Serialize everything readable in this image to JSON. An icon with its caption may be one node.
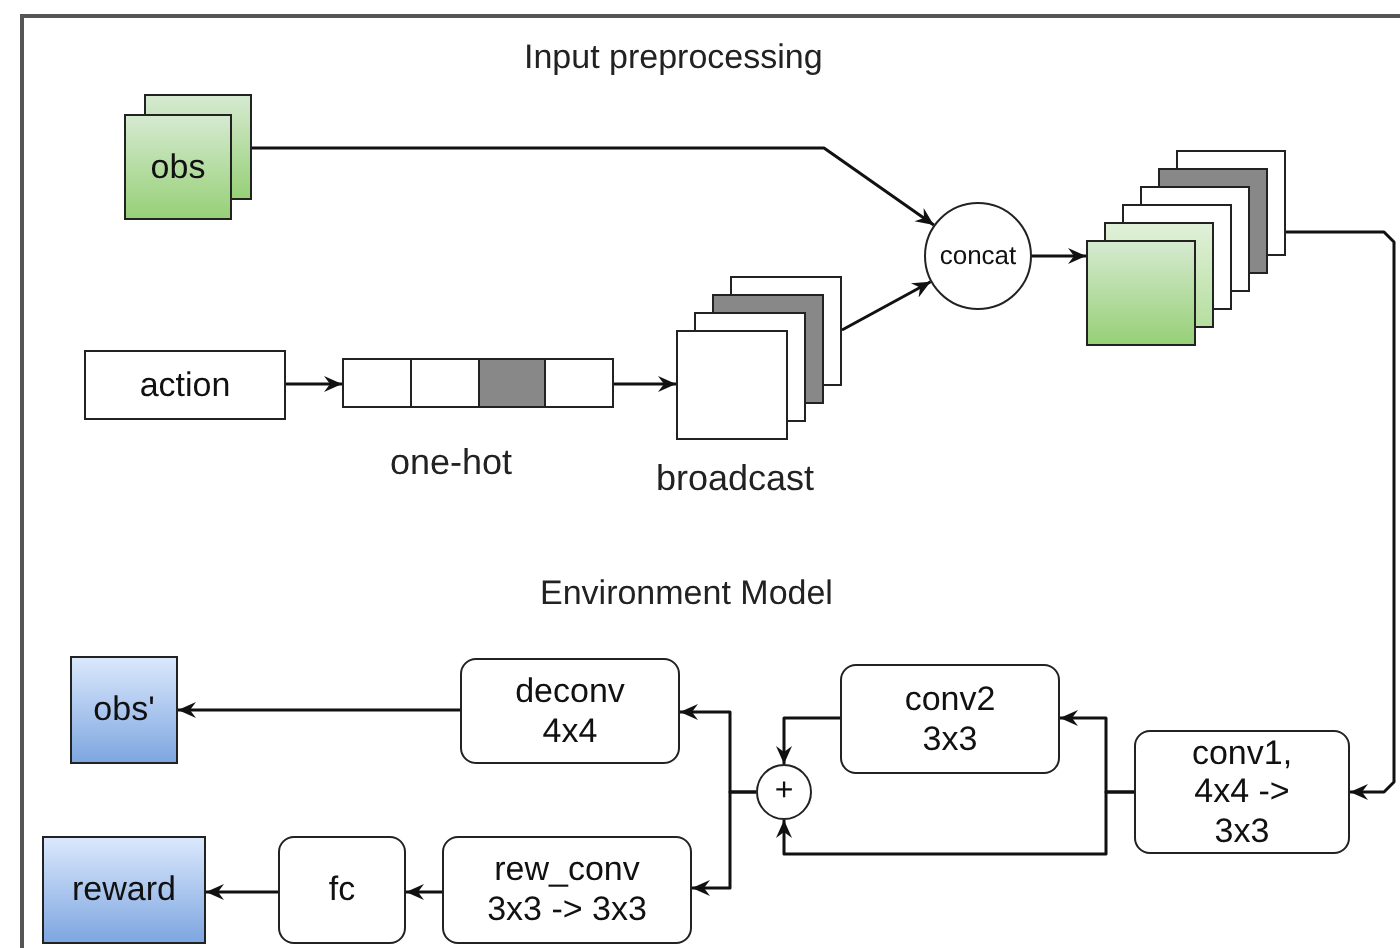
{
  "diagram": {
    "nodes": [
      {
        "text": [
          "obs"
        ]
      },
      {
        "text": [
          "action"
        ]
      },
      {
        "text": [],
        "shape": "bar",
        "beside": [
          "one-hot"
        ]
      },
      {
        "text": [],
        "shape": "box",
        "beside": [
          "broadcast"
        ]
      },
      {
        "text": [
          "concat"
        ]
      },
      {
        "text": [],
        "shape": "box"
      },
      {
        "text": [
          "conv1, 4x4 -> 3x3"
        ]
      },
      {
        "text": [
          "conv2 3x3"
        ]
      },
      {
        "text": [
          "+"
        ]
      },
      {
        "text": [
          "deconv 4x4"
        ]
      },
      {
        "text": [
          "rew_conv 3x3 -> 3x3"
        ]
      },
      {
        "text": [
          "fc"
        ]
      },
      {
        "text": [
          "obs'"
        ]
      },
      {
        "text": [
          "reward"
        ]
      }
    ],
    "edges": [
      {
        "from": 0,
        "to": 4,
        "arrow": "to"
      },
      {
        "from": 3,
        "to": 4,
        "arrow": "to"
      },
      {
        "from": 1,
        "to": 2,
        "arrow": "to"
      },
      {
        "from": 2,
        "to": 3,
        "arrow": "to"
      },
      {
        "from": 4,
        "to": 5,
        "arrow": "to"
      },
      {
        "from": 5,
        "to": 6,
        "arrow": "to"
      },
      {
        "from": 6,
        "to": 7,
        "arrow": "to"
      },
      {
        "from": 6,
        "to": 8,
        "arrow": "to"
      },
      {
        "from": 7,
        "to": 8,
        "arrow": "to"
      },
      {
        "from": 8,
        "to": 9,
        "arrow": "to"
      },
      {
        "from": 8,
        "to": 10,
        "arrow": "to"
      },
      {
        "from": 10,
        "to": 11,
        "arrow": "to"
      },
      {
        "from": 11,
        "to": 13,
        "arrow": "to"
      },
      {
        "from": 9,
        "to": 12,
        "arrow": "to"
      }
    ],
    "labels": [
      "Input preprocessing",
      "Environment Model"
    ]
  }
}
